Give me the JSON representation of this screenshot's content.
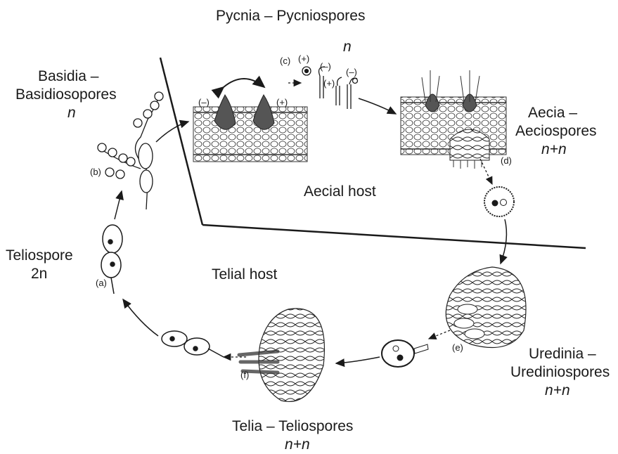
{
  "labels": {
    "pycnia": "Pycnia – Pycniospores",
    "pycnia_ploidy": "n",
    "basidia": "Basidia –",
    "basidia_line2": "Basidiosopores",
    "basidia_ploidy": "n",
    "aecia": "Aecia –",
    "aecia_line2": "Aeciospores",
    "aecia_ploidy": "n+n",
    "aecial_host": "Aecial host",
    "telial_host": "Telial host",
    "teliospore": "Teliospore",
    "teliospore_ploidy": "2n",
    "uredinia": "Uredinia –",
    "uredinia_line2": "Urediniospores",
    "uredinia_ploidy": "n+n",
    "telia": "Telia – Teliospores",
    "telia_ploidy": "n+n"
  },
  "markers": {
    "a": "(a)",
    "b": "(b)",
    "c": "(c)",
    "d": "(d)",
    "e": "(e)",
    "f": "(f)",
    "minus": "(–)",
    "plus": "(+)"
  }
}
